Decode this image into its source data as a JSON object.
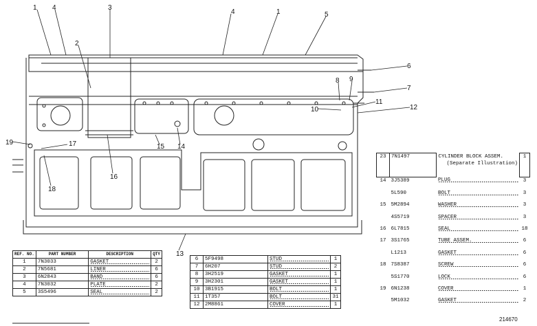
{
  "diagram": {
    "callouts": [
      "1",
      "4",
      "3",
      "4",
      "1",
      "5",
      "2",
      "6",
      "7",
      "8",
      "9",
      "11",
      "10",
      "12",
      "19",
      "17",
      "15",
      "14",
      "18",
      "16",
      "13"
    ],
    "drawing_number": "214670"
  },
  "table_main": {
    "headers": {
      "ref": "REF. NO.",
      "part": "PART NUMBER",
      "desc": "DESCRIPTION",
      "qty": "QTY"
    },
    "rows": [
      {
        "ref": "1",
        "part": "7N3033",
        "desc": "GASKET",
        "qty": "2"
      },
      {
        "ref": "2",
        "part": "7N5681",
        "desc": "LINER",
        "qty": "6"
      },
      {
        "ref": "3",
        "part": "6N2843",
        "desc": "BAND",
        "qty": "6"
      },
      {
        "ref": "4",
        "part": "7N3032",
        "desc": "PLATE",
        "qty": "2"
      },
      {
        "ref": "5",
        "part": "3S5496",
        "desc": "SEAL",
        "qty": "2"
      }
    ]
  },
  "table_middle": {
    "rows": [
      {
        "ref": "6",
        "part": "5F9498",
        "desc": "STUD",
        "qty": "1"
      },
      {
        "ref": "7",
        "part": "6H207",
        "desc": "STUD",
        "qty": "2"
      },
      {
        "ref": "8",
        "part": "3H2519",
        "desc": "GASKET",
        "qty": "1"
      },
      {
        "ref": "9",
        "part": "3H2301",
        "desc": "GASKET",
        "qty": "1"
      },
      {
        "ref": "10",
        "part": "3B1915",
        "desc": "BOLT",
        "qty": "1"
      },
      {
        "ref": "11",
        "part": "1T357",
        "desc": "BOLT",
        "qty": "31"
      },
      {
        "ref": "12",
        "part": "2M8861",
        "desc": "COVER",
        "qty": "1"
      }
    ]
  },
  "table_block": {
    "header": {
      "ref": "23",
      "part": "7N1497",
      "desc": "CYLINDER BLOCK ASSEM.",
      "note": "(Separate Illustration)",
      "qty": "1"
    },
    "rows": [
      {
        "ref": "14",
        "part": "3J5389",
        "desc": "PLUG",
        "qty": "3"
      },
      {
        "ref": "",
        "part": "5L590",
        "desc": "BOLT",
        "qty": "3"
      },
      {
        "ref": "15",
        "part": "5M2894",
        "desc": "WASHER",
        "qty": "3"
      },
      {
        "ref": "",
        "part": "4S5719",
        "desc": "SPACER",
        "qty": "3"
      },
      {
        "ref": "16",
        "part": "6L7815",
        "desc": "SEAL",
        "qty": "18"
      },
      {
        "ref": "17",
        "part": "3S1765",
        "desc": "TUBE ASSEM.",
        "qty": "6"
      },
      {
        "ref": "",
        "part": "L1213",
        "desc": "GASKET",
        "qty": "6"
      },
      {
        "ref": "18",
        "part": "7S8387",
        "desc": "SCREW",
        "qty": "6"
      },
      {
        "ref": "",
        "part": "5S1770",
        "desc": "LOCK",
        "qty": "6"
      },
      {
        "ref": "19",
        "part": "6N1238",
        "desc": "COVER",
        "qty": "1"
      },
      {
        "ref": "",
        "part": "5M1032",
        "desc": "GASKET",
        "qty": "2"
      }
    ]
  }
}
